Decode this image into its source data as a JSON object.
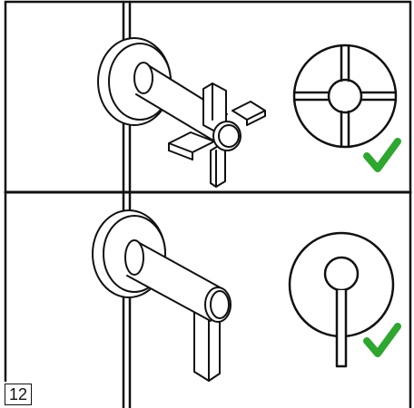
{
  "step_number": "12",
  "colors": {
    "line": "#111111",
    "background": "#ffffff",
    "check": "#2fa62f"
  },
  "panels": [
    {
      "handle_type": "cross-handle",
      "symbol": "cross-escutcheon-icon",
      "approved": true,
      "approval_icon": "checkmark-icon"
    },
    {
      "handle_type": "lever-handle",
      "symbol": "lever-escutcheon-icon",
      "approved": true,
      "approval_icon": "checkmark-icon"
    }
  ]
}
